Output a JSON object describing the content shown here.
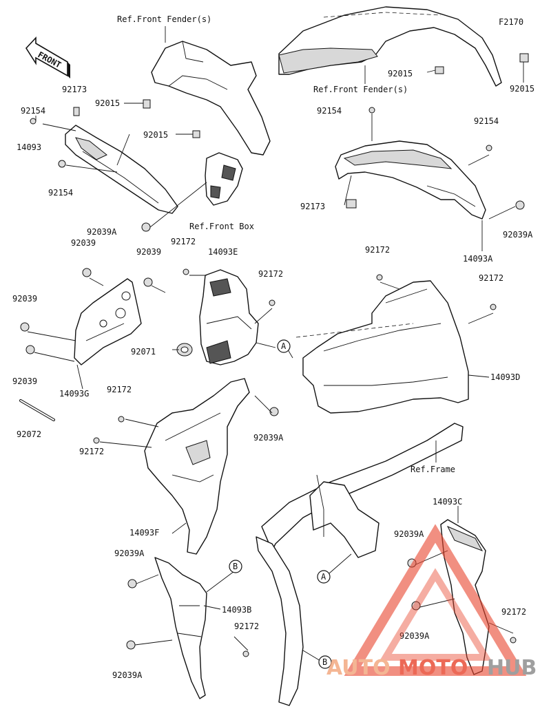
{
  "diagram_code": "F2170",
  "front_arrow_label": "FRONT",
  "references": {
    "front_fender_left": "Ref.Front Fender(s)",
    "front_fender_right": "Ref.Front Fender(s)",
    "front_box": "Ref.Front Box",
    "frame": "Ref.Frame"
  },
  "callouts": {
    "c92154_a": "92154",
    "c92173_a": "92173",
    "c92015_a": "92015",
    "c14093": "14093",
    "c92015_b": "92015",
    "c92154_b": "92154",
    "c92039A_a": "92039A",
    "c92015_c": "92015",
    "c92015_d": "92015",
    "c92154_c": "92154",
    "c92154_d": "92154",
    "c92173_b": "92173",
    "c92039A_b": "92039A",
    "c14093A": "14093A",
    "c92039_a": "92039",
    "c92039_b": "92039",
    "c92172_a": "92172",
    "c14093E": "14093E",
    "c92172_b": "92172",
    "c92039_c": "92039",
    "c92039_d": "92039",
    "c14093G": "14093G",
    "c92071": "92071",
    "c92072": "92072",
    "c92172_c": "92172",
    "c92172_d": "92172",
    "c14093D": "14093D",
    "c92172_e": "92172",
    "c92172_f": "92172",
    "c92039A_c": "92039A",
    "c14093F": "14093F",
    "c92039A_d": "92039A",
    "c14093B": "14093B",
    "c92172_g": "92172",
    "c92039A_e": "92039A",
    "c14093C": "14093C",
    "c92039A_f": "92039A",
    "c92172_h": "92172",
    "c92039A_g": "92039A"
  },
  "markers": {
    "A1": "A",
    "A2": "A",
    "B1": "B",
    "B2": "B"
  },
  "watermark": {
    "part1": "AUTO",
    "part2": "MOTO",
    "part3": "HUB",
    "color_main": "#f2a57a",
    "color_accent": "#e8442c",
    "color_dark": "#888888"
  }
}
